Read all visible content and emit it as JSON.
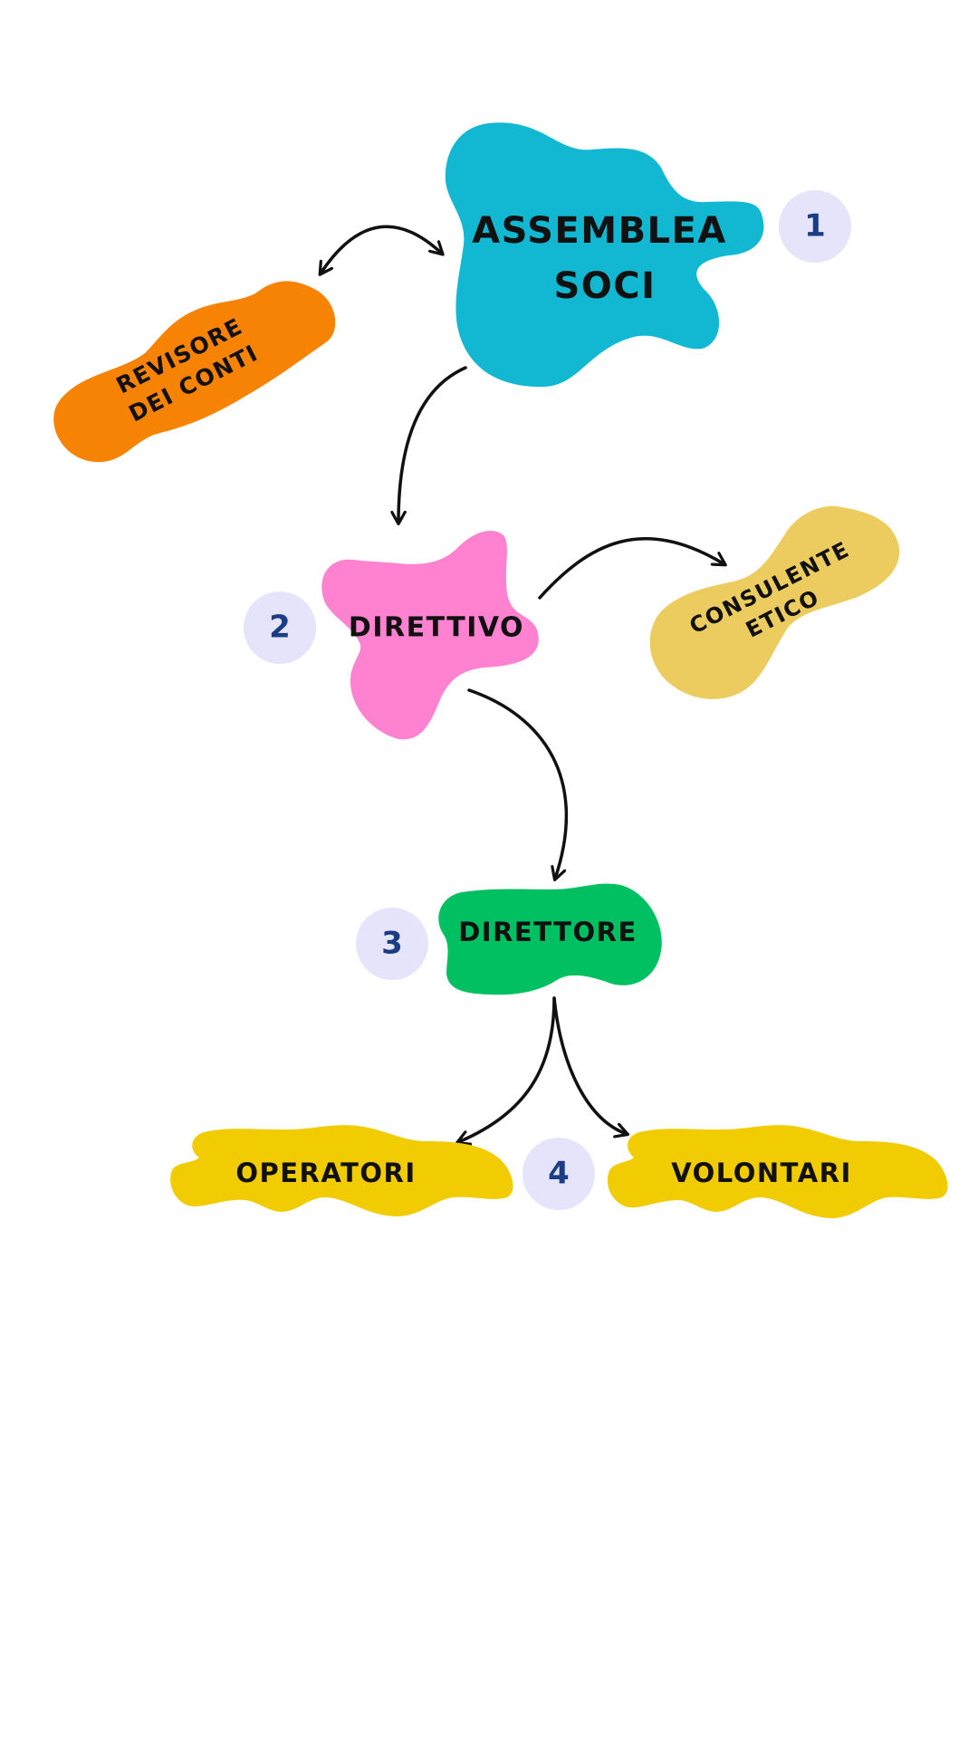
{
  "nodes": {
    "assemblea": {
      "line1": "ASSEMBLEA",
      "line2": "SOCI",
      "color": "#12B8D2"
    },
    "revisore": {
      "line1": "REVISORE",
      "line2": "DEI CONTI",
      "color": "#F78305"
    },
    "direttivo": {
      "label": "DIRETTIVO",
      "color": "#FF82D1"
    },
    "consulente": {
      "line1": "CONSULENTE",
      "line2": "ETICO",
      "color": "#ECCC5E"
    },
    "direttore": {
      "label": "DIRETTORE",
      "color": "#00C062"
    },
    "operatori": {
      "label": "OPERATORI",
      "color": "#F2CC02"
    },
    "volontari": {
      "label": "VOLONTARI",
      "color": "#F2CC02"
    }
  },
  "badges": [
    {
      "number": "1"
    },
    {
      "number": "2"
    },
    {
      "number": "3"
    },
    {
      "number": "4"
    }
  ],
  "colors": {
    "badge_bg": "#E6E4FA",
    "badge_text": "#1B3D86",
    "arrow": "#111111"
  }
}
